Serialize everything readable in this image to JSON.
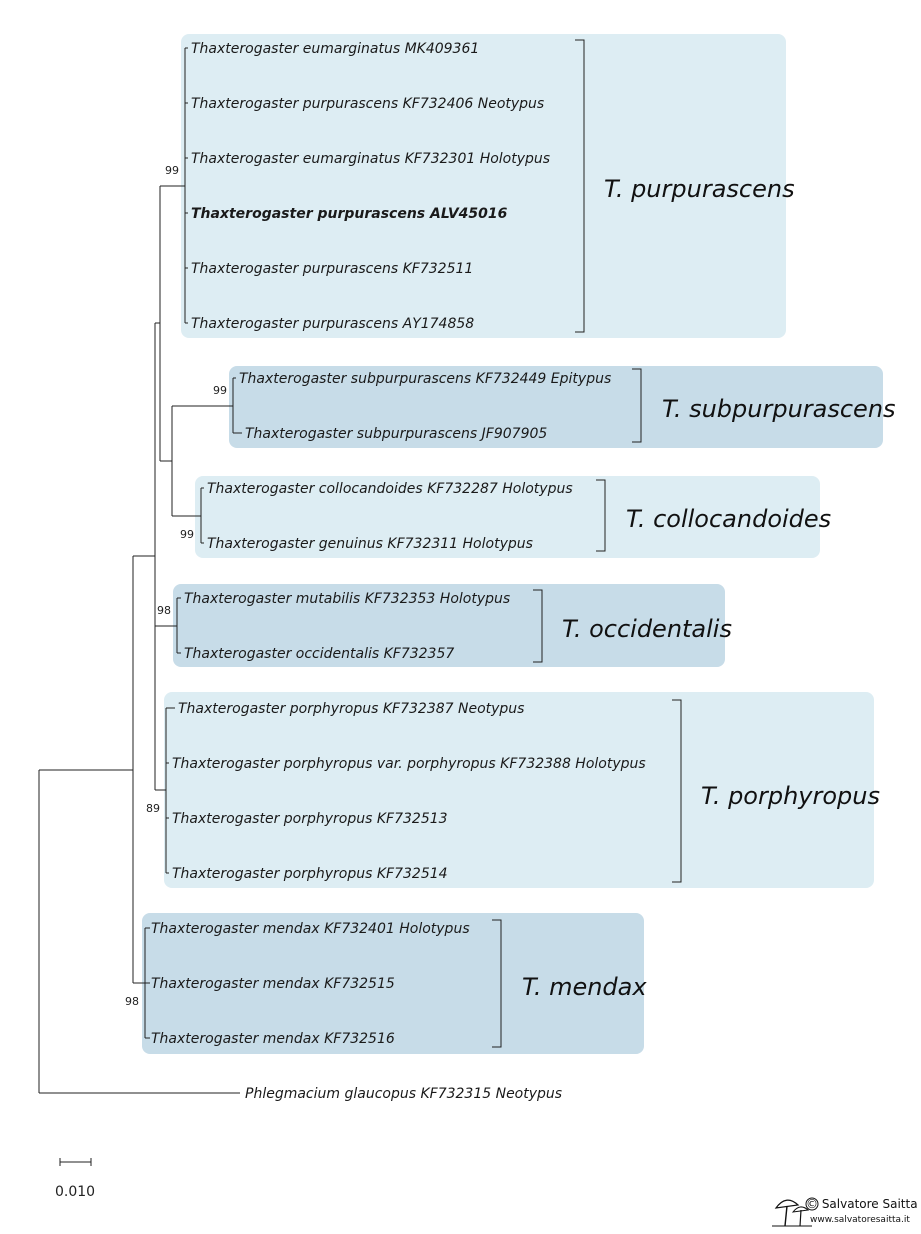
{
  "taxa": [
    {
      "id": "t1",
      "label": "Thaxterogaster eumarginatus MK409361"
    },
    {
      "id": "t2",
      "label": "Thaxterogaster purpurascens KF732406 Neotypus"
    },
    {
      "id": "t3",
      "label": "Thaxterogaster eumarginatus KF732301 Holotypus"
    },
    {
      "id": "t4",
      "label": "Thaxterogaster purpurascens ALV45016",
      "bold": true
    },
    {
      "id": "t5",
      "label": "Thaxterogaster purpurascens KF732511"
    },
    {
      "id": "t6",
      "label": "Thaxterogaster purpurascens AY174858"
    },
    {
      "id": "t7",
      "label": "Thaxterogaster subpurpurascens KF732449 Epitypus"
    },
    {
      "id": "t8",
      "label": "Thaxterogaster subpurpurascens JF907905"
    },
    {
      "id": "t9",
      "label": "Thaxterogaster collocandoides KF732287 Holotypus"
    },
    {
      "id": "t10",
      "label": "Thaxterogaster genuinus KF732311 Holotypus"
    },
    {
      "id": "t11",
      "label": "Thaxterogaster mutabilis KF732353 Holotypus"
    },
    {
      "id": "t12",
      "label": "Thaxterogaster occidentalis KF732357"
    },
    {
      "id": "t13",
      "label": "Thaxterogaster porphyropus KF732387 Neotypus"
    },
    {
      "id": "t14",
      "label": "Thaxterogaster porphyropus var. porphyropus KF732388 Holotypus"
    },
    {
      "id": "t15",
      "label": "Thaxterogaster porphyropus KF732513"
    },
    {
      "id": "t16",
      "label": "Thaxterogaster porphyropus KF732514"
    },
    {
      "id": "t17",
      "label": "Thaxterogaster mendax KF732401 Holotypus"
    },
    {
      "id": "t18",
      "label": "Thaxterogaster mendax KF732515"
    },
    {
      "id": "t19",
      "label": "Thaxterogaster mendax KF732516"
    },
    {
      "id": "t20",
      "label": "Phlegmacium glaucopus KF732315 Neotypus"
    }
  ],
  "clades": [
    {
      "id": "c1",
      "name": "T. purpurascens",
      "support": "99",
      "color": "#ddedf3"
    },
    {
      "id": "c2",
      "name": "T. subpurpurascens",
      "support": "99",
      "color": "#c7dce8"
    },
    {
      "id": "c3",
      "name": "T. collocandoides",
      "support": "99",
      "color": "#ddedf3"
    },
    {
      "id": "c4",
      "name": "T. occidentalis",
      "support": "98",
      "color": "#c7dce8"
    },
    {
      "id": "c5",
      "name": "T. porphyropus",
      "support": "89",
      "color": "#ddedf3"
    },
    {
      "id": "c6",
      "name": "T. mendax",
      "support": "98",
      "color": "#c7dce8"
    }
  ],
  "scale_bar": {
    "label": "0.010"
  },
  "watermark": {
    "name": "© Salvatore Saitta",
    "url": "www.salvatoresaitta.it"
  }
}
